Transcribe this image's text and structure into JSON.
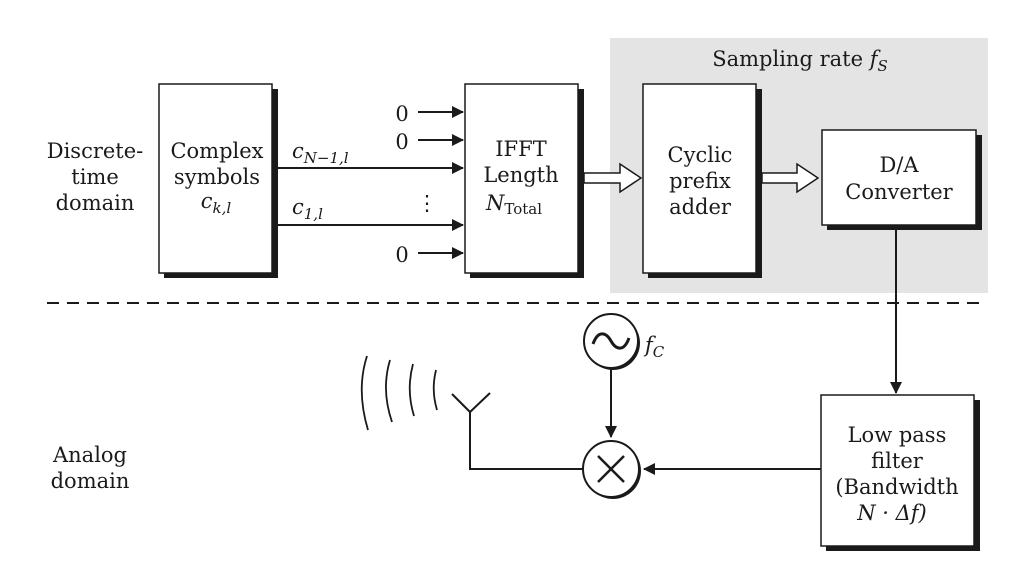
{
  "diagram": {
    "type": "OFDM transmitter block diagram",
    "domains": {
      "discrete": [
        "Discrete-",
        "time",
        "domain"
      ],
      "analog": [
        "Analog",
        "domain"
      ]
    },
    "sampling_region": {
      "label": "Sampling rate ",
      "symbol": "f",
      "symbol_sub": "S"
    },
    "blocks": {
      "complex_symbols": {
        "lines": [
          "Complex",
          "symbols"
        ],
        "symbol": "c",
        "symbol_sub": "k,l"
      },
      "ifft": {
        "lines": [
          "IFFT",
          "Length"
        ],
        "symbol": "N",
        "symbol_sub": "Total"
      },
      "cyclic_prefix": {
        "lines": [
          "Cyclic",
          "prefix",
          "adder"
        ]
      },
      "dac": {
        "lines": [
          "D/A",
          "Converter"
        ]
      },
      "lpf": {
        "lines": [
          "Low pass",
          "filter",
          "(Bandwidth",
          "N · Δf)"
        ]
      }
    },
    "signals": {
      "upper": {
        "symbol": "c",
        "symbol_sub": "N−1,l"
      },
      "lower": {
        "symbol": "c",
        "symbol_sub": "1,l"
      },
      "zero": "0",
      "ellipsis": "⋮"
    },
    "oscillator": {
      "symbol": "f",
      "symbol_sub": "C",
      "glyph": "∼"
    },
    "mixer": {
      "glyph": "×"
    }
  }
}
